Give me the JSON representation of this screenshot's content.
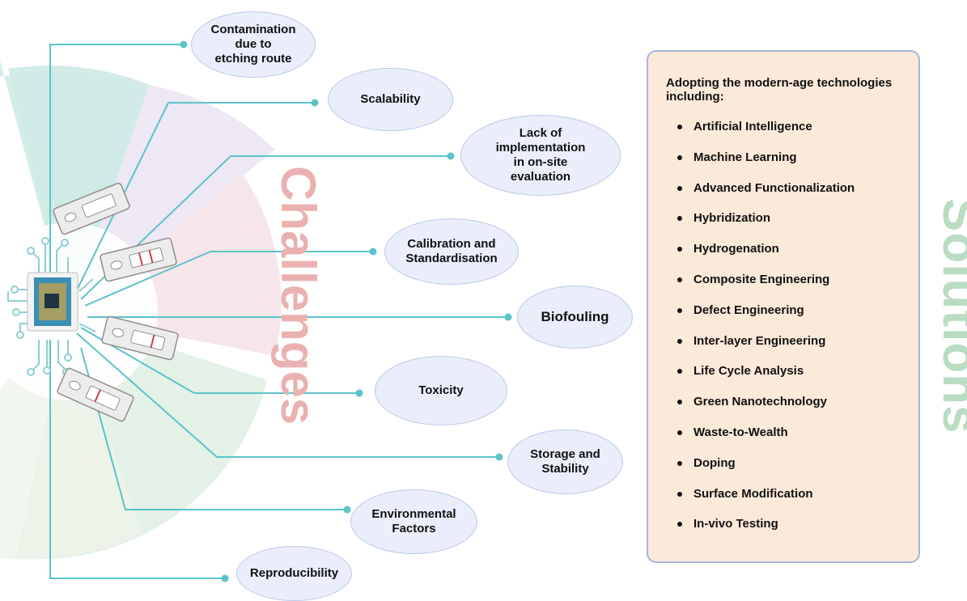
{
  "side_labels": {
    "challenges": "Challenges",
    "solutions": "Solutions"
  },
  "challenges": [
    {
      "id": "contamination",
      "label": "Contamination\ndue to\netching route"
    },
    {
      "id": "scalability",
      "label": "Scalability"
    },
    {
      "id": "lack-of-implementation",
      "label": "Lack of\nimplementation\nin on-site\nevaluation"
    },
    {
      "id": "calibration",
      "label": "Calibration and\nStandardisation"
    },
    {
      "id": "biofouling",
      "label": "Biofouling"
    },
    {
      "id": "toxicity",
      "label": "Toxicity"
    },
    {
      "id": "storage",
      "label": "Storage and\nStability"
    },
    {
      "id": "environmental",
      "label": "Environmental\nFactors"
    },
    {
      "id": "reproducibility",
      "label": "Reproducibility"
    }
  ],
  "solutions": {
    "intro": "Adopting the modern-age technologies including:",
    "items": [
      "Artificial Intelligence",
      "Machine Learning",
      "Advanced Functionalization",
      "Hybridization",
      "Hydrogenation",
      "Composite Engineering",
      "Defect Engineering",
      "Inter-layer Engineering",
      "Life Cycle Analysis",
      "Green Nanotechnology",
      "Waste-to-Wealth",
      "Doping",
      "Surface Modification",
      "In-vivo Testing"
    ]
  },
  "colors": {
    "connector": "#5cc3c8",
    "ellipse_fill": "#e9eefa",
    "ellipse_border": "#bcc8e6",
    "solution_fill": "#fbe9da",
    "solution_border": "#a9b4dc",
    "challenges_text": "#ebb1b1",
    "solutions_text": "#b9dcc2",
    "test_strip_line": "#d23c3c"
  }
}
